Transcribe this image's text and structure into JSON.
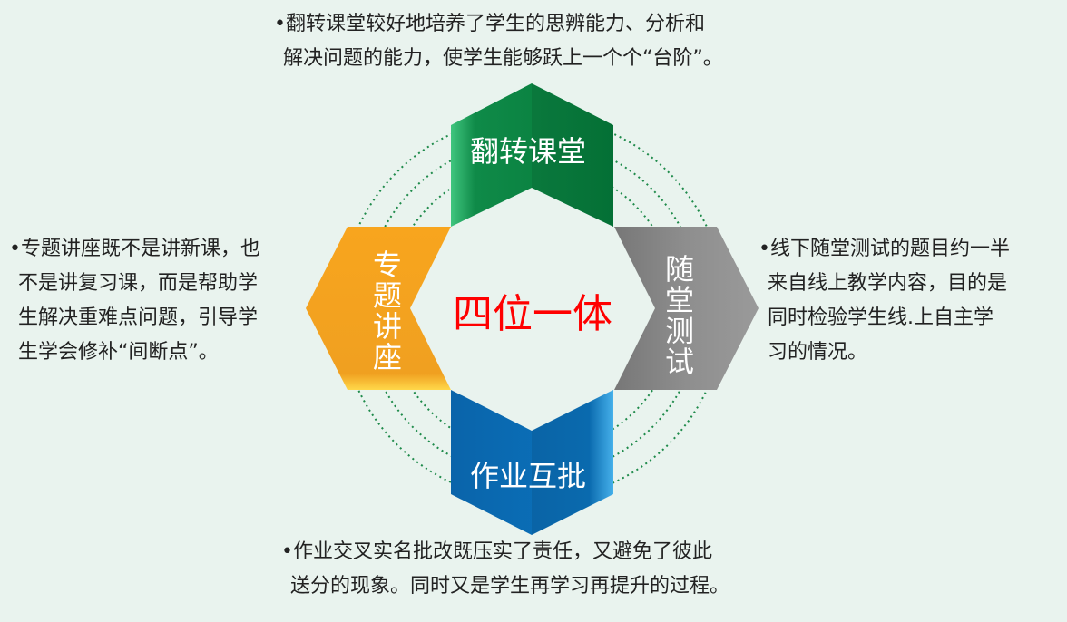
{
  "center_title": "四位一体",
  "segments": [
    {
      "label": "翻转课堂",
      "color": "#08803e"
    },
    {
      "label": "专题讲座",
      "color": "#f6a21f"
    },
    {
      "label": "随堂测试",
      "color": "#8c8c8c"
    },
    {
      "label": "作业互批",
      "color": "#0a6fb8"
    }
  ],
  "descriptions": {
    "top": [
      "•翻转课堂较好地培养了学生的思辨能力、分析和",
      "解决问题的能力，使学生能够跃上一个个“台阶”。"
    ],
    "left": [
      "•专题讲座既不是讲新课，也",
      "不是讲复习课，而是帮助学",
      "生解决重难点问题，引导学",
      "生学会修补“间断点”。"
    ],
    "right": [
      "•线下随堂测试的题目约一半",
      "来自线上教学内容，目的是",
      "同时检验学生线.上自主学",
      "习的情况。"
    ],
    "bottom": [
      "•作业交叉实名批改既压实了责任，又避免了彼此",
      "送分的现象。同时又是学生再学习再提升的过程。"
    ]
  }
}
